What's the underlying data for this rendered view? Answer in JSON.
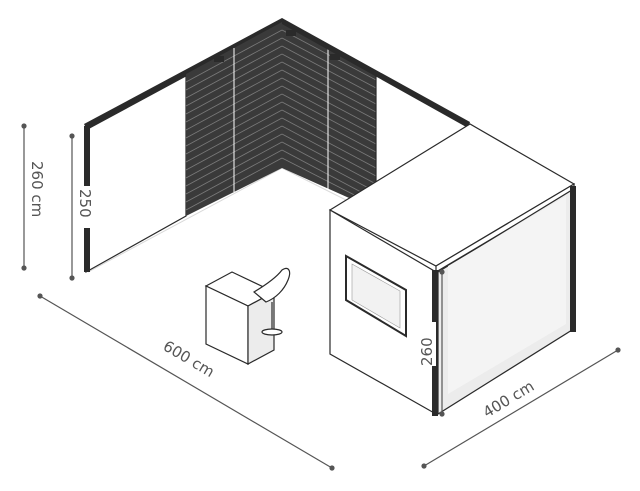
{
  "colors": {
    "panel_white": "#ffffff",
    "panel_side": "#ececec",
    "graphite_slats": "#3a3a3a",
    "frame_dark": "#2a2a2a",
    "dimension_gray": "#555555"
  },
  "diagram": {
    "dimensions": {
      "overall_height": "260 cm",
      "wall_height": "250",
      "width": "600 cm",
      "depth": "400 cm",
      "front_panel_height": "260"
    }
  }
}
